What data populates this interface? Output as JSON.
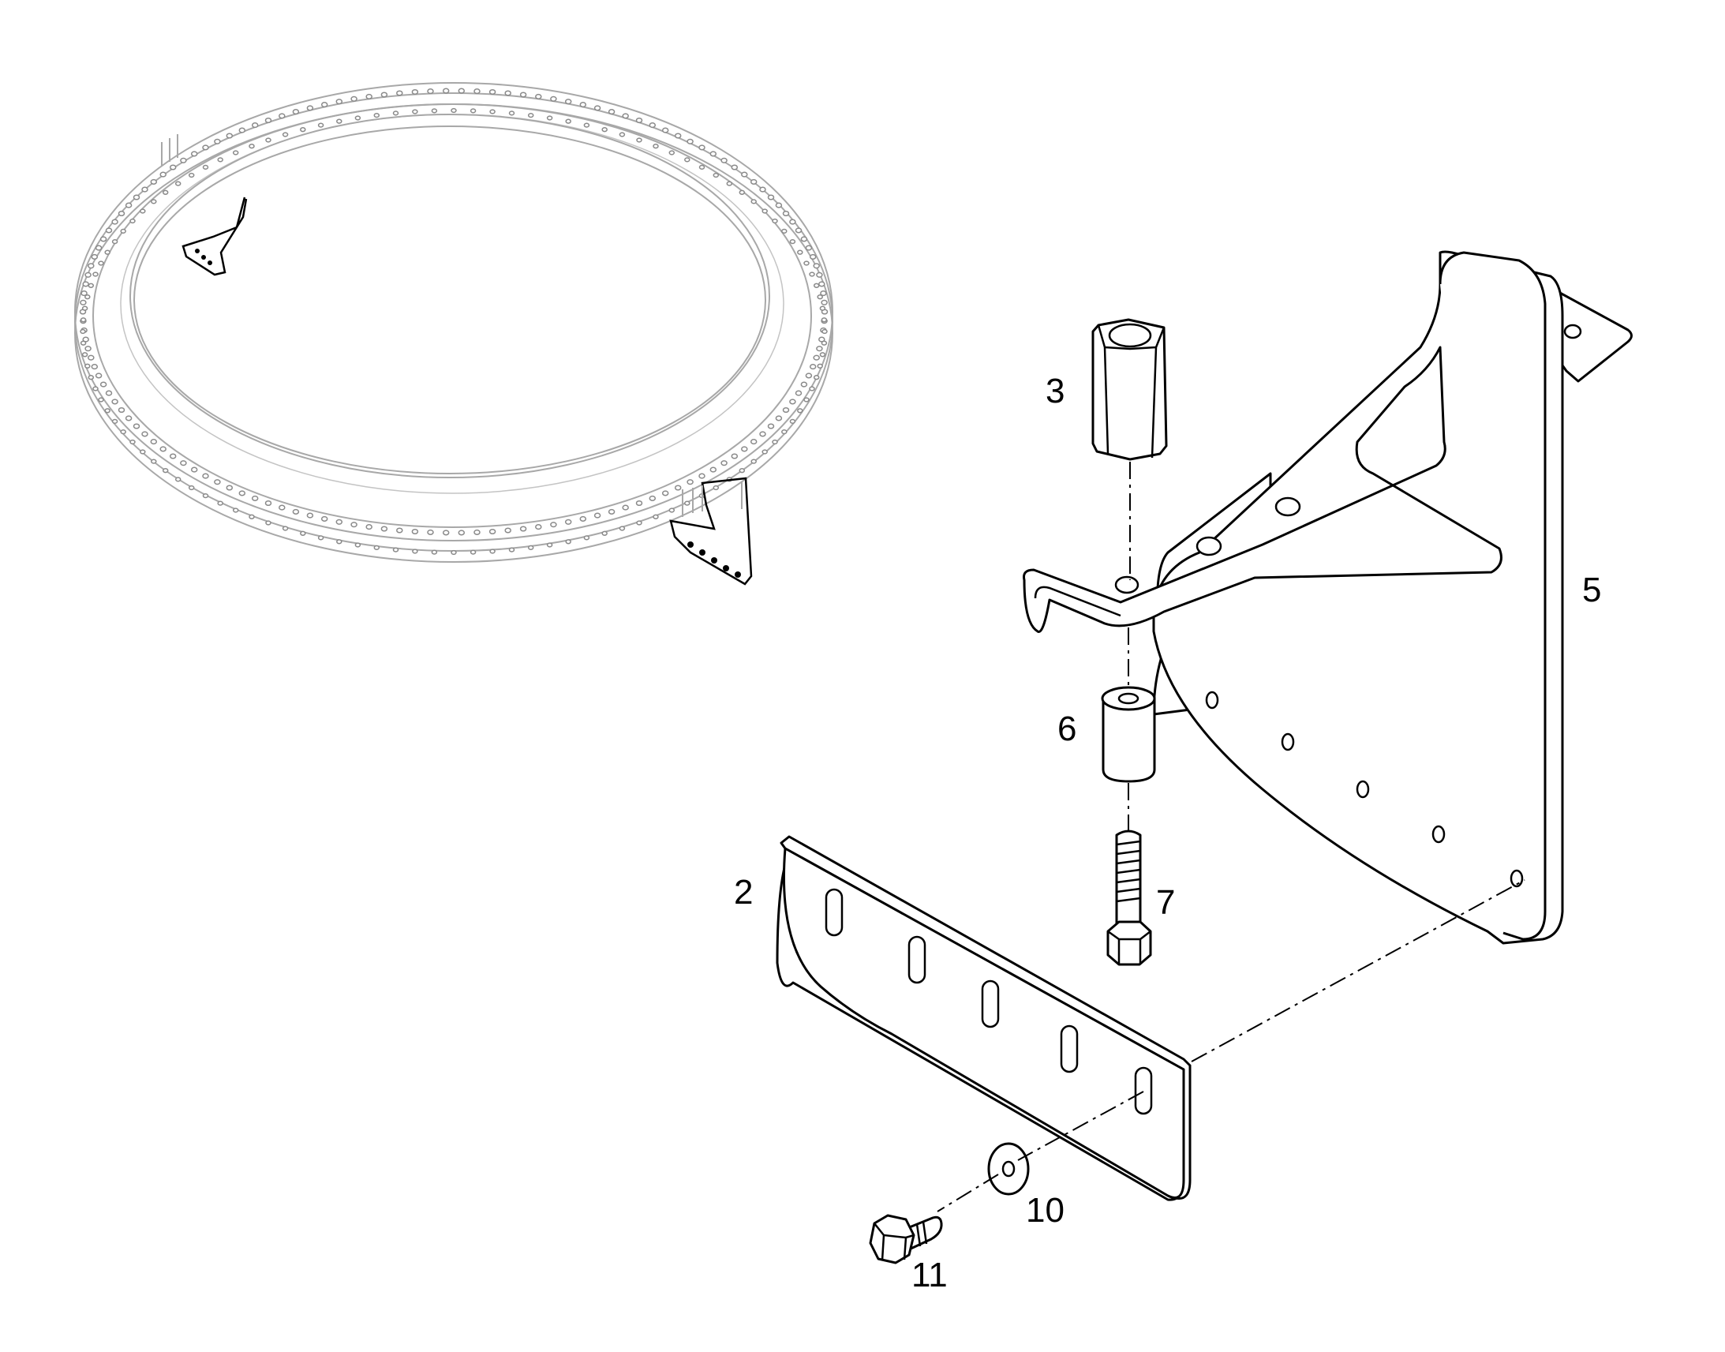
{
  "diagram": {
    "callouts": [
      {
        "id": "2",
        "label": "2"
      },
      {
        "id": "3",
        "label": "3"
      },
      {
        "id": "5",
        "label": "5"
      },
      {
        "id": "6",
        "label": "6"
      },
      {
        "id": "7",
        "label": "7"
      },
      {
        "id": "10",
        "label": "10"
      },
      {
        "id": "11",
        "label": "11"
      }
    ]
  }
}
